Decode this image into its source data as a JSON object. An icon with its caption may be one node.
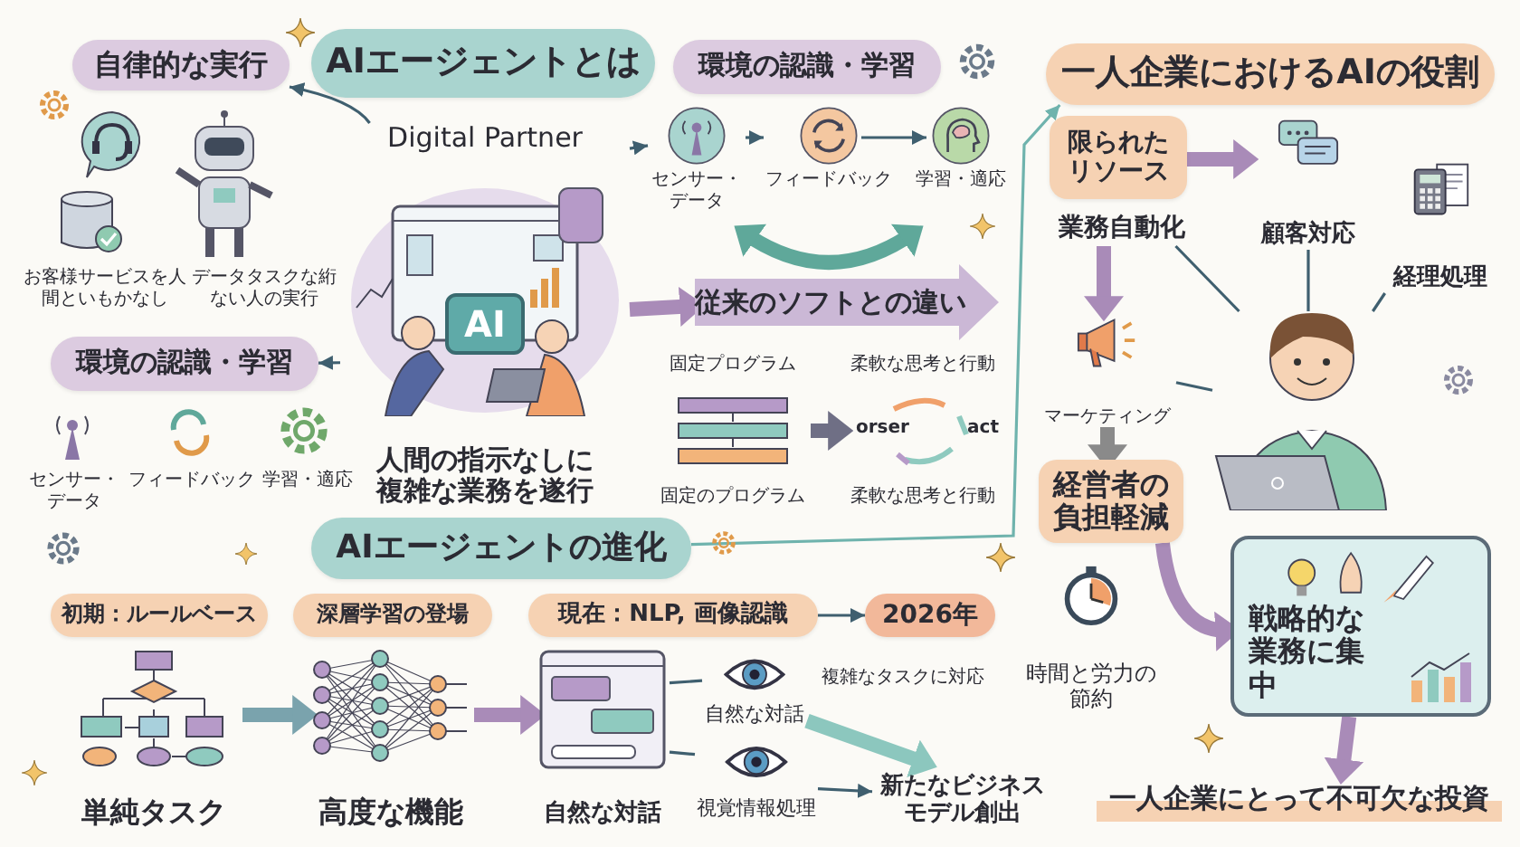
{
  "diagram": {
    "nodes": [
      {
        "text": [
          "自律的な実行"
        ]
      },
      {
        "text": [
          "AIエージェントとは"
        ]
      },
      {
        "text": [
          "環境の認識・学習"
        ]
      },
      {
        "text": [
          "センサー・データ"
        ]
      },
      {
        "text": [
          "フィードバック"
        ]
      },
      {
        "text": [
          "学習・適応"
        ]
      },
      {
        "text": [
          "一人企業におけるAIの役割"
        ]
      },
      {
        "text": [
          "Digital Partner",
          "AI",
          "人間の指示なしに複雑な業務を遂行"
        ]
      },
      {
        "text": [
          "環境の認識・学習"
        ]
      },
      {
        "text": [
          "従来のソフトとの違い"
        ]
      },
      {
        "text": [
          "固定プログラム",
          "固定のプログラム"
        ]
      },
      {
        "text": [
          "柔軟な思考と行動",
          "orser",
          "act",
          "柔軟な思考と行動"
        ]
      },
      {
        "text": [
          "限られたリソース"
        ]
      },
      {
        "text": [
          "業務自動化"
        ]
      },
      {
        "text": [
          "顧客対応"
        ]
      },
      {
        "text": [
          "経理処理"
        ]
      },
      {
        "text": [
          "マーケティング"
        ]
      },
      {
        "text": [],
        "shape": "person"
      },
      {
        "text": [
          "経営者の負担軽減"
        ]
      },
      {
        "text": [
          "時間と労力の節約"
        ]
      },
      {
        "text": [
          "戦略的な業務に集中"
        ]
      },
      {
        "text": [
          "一人企業にとって不可欠な投資"
        ]
      },
      {
        "text": [
          "AIエージェントの進化"
        ]
      },
      {
        "text": [
          "初期：ルールベース"
        ]
      },
      {
        "text": [
          "深層学習の登場"
        ]
      },
      {
        "text": [
          "現在：NLP, 画像認識"
        ]
      },
      {
        "text": [
          "2026年"
        ]
      },
      {
        "text": [
          "単純タスク"
        ]
      },
      {
        "text": [
          "高度な機能"
        ]
      },
      {
        "text": [
          "自然な対話"
        ]
      },
      {
        "text": [
          "自然な対話"
        ]
      },
      {
        "text": [
          "視覚情報処理"
        ]
      },
      {
        "text": [
          "新たなビジネスモデル創出"
        ]
      }
    ],
    "edges": [
      {
        "from": 7,
        "to": 0,
        "arrow": "to"
      },
      {
        "from": 7,
        "to": 8,
        "arrow": "to"
      },
      {
        "from": 7,
        "to": 3,
        "arrow": "to"
      },
      {
        "from": 3,
        "to": 4,
        "arrow": "to"
      },
      {
        "from": 4,
        "to": 5,
        "arrow": "to"
      },
      {
        "from": 3,
        "to": 5,
        "arrow": "both",
        "style": "thick",
        "color": "#5fa89a"
      },
      {
        "from": 7,
        "to": 9,
        "arrow": "to",
        "style": "thick",
        "color": "#a98bb8"
      },
      {
        "from": 10,
        "to": 11,
        "arrow": "to",
        "style": "thick",
        "color": "#6f6f85"
      },
      {
        "from": 22,
        "to": 6,
        "arrow": "to",
        "color": "#6fb3ad"
      },
      {
        "from": 12,
        "to": 14,
        "arrow": "to",
        "style": "thick",
        "color": "#a98bb8"
      },
      {
        "from": 13,
        "to": 16,
        "arrow": "to",
        "style": "thick",
        "color": "#a98bb8"
      },
      {
        "from": 17,
        "to": 13,
        "arrow": "none"
      },
      {
        "from": 17,
        "to": 14,
        "arrow": "none"
      },
      {
        "from": 17,
        "to": 15,
        "arrow": "none"
      },
      {
        "from": 17,
        "to": 16,
        "arrow": "none"
      },
      {
        "from": 16,
        "to": 18,
        "arrow": "to",
        "style": "thick",
        "color": "#8a8a8a"
      },
      {
        "from": 18,
        "to": 20,
        "arrow": "to",
        "style": "thick",
        "color": "#a98bb8"
      },
      {
        "from": 20,
        "to": 21,
        "arrow": "to",
        "style": "thick",
        "color": "#a98bb8"
      },
      {
        "from": 25,
        "to": 26,
        "arrow": "to"
      },
      {
        "from": 27,
        "to": 28,
        "arrow": "to",
        "style": "thick",
        "color": "#7aa3ad"
      },
      {
        "from": 28,
        "to": 29,
        "arrow": "to",
        "style": "thick",
        "color": "#a98bb8"
      },
      {
        "from": 29,
        "to": 30,
        "arrow": "none"
      },
      {
        "from": 29,
        "to": 31,
        "arrow": "none"
      },
      {
        "from": 31,
        "to": 32,
        "arrow": "to"
      },
      {
        "from": 30,
        "to": 32,
        "arrow": "to",
        "style": "thick",
        "color": "#8cc7be",
        "label": "複雑なタスクに対応"
      }
    ],
    "labels": [
      "お客様サービスを人間といもかなし",
      "データタスクな絎ない人の実行",
      "センサー・データ",
      "フィードバック",
      "学習・適応"
    ]
  }
}
